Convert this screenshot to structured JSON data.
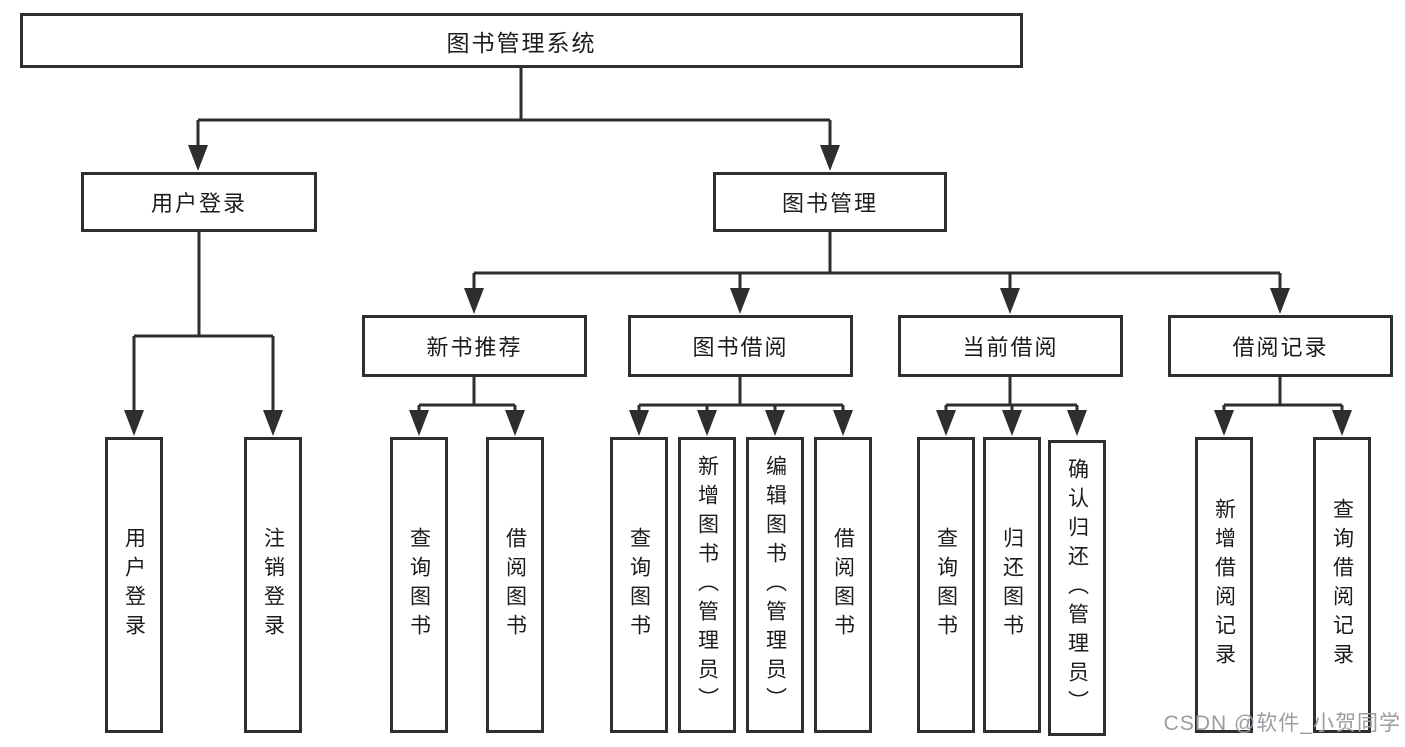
{
  "theme": {
    "line_color": "#2e2e2e",
    "text_color": "#1c1c1c",
    "watermark_color": "#9e9ca3",
    "background": "#ffffff"
  },
  "watermark": {
    "text": "CSDN @软件_小贺同学"
  },
  "tree": {
    "label": "图书管理系统",
    "children": [
      {
        "label": "用户登录",
        "children": [
          {
            "label": "用户登录"
          },
          {
            "label": "注销登录"
          }
        ]
      },
      {
        "label": "图书管理",
        "children": [
          {
            "label": "新书推荐",
            "children": [
              {
                "label": "查询图书"
              },
              {
                "label": "借阅图书"
              }
            ]
          },
          {
            "label": "图书借阅",
            "children": [
              {
                "label": "查询图书"
              },
              {
                "label": "新增图书（管理员）"
              },
              {
                "label": "编辑图书（管理员）"
              },
              {
                "label": "借阅图书"
              }
            ]
          },
          {
            "label": "当前借阅",
            "children": [
              {
                "label": "查询图书"
              },
              {
                "label": "归还图书"
              },
              {
                "label": "确认归还（管理员）"
              }
            ]
          },
          {
            "label": "借阅记录",
            "children": [
              {
                "label": "新增借阅记录"
              },
              {
                "label": "查询借阅记录"
              }
            ]
          }
        ]
      }
    ]
  }
}
